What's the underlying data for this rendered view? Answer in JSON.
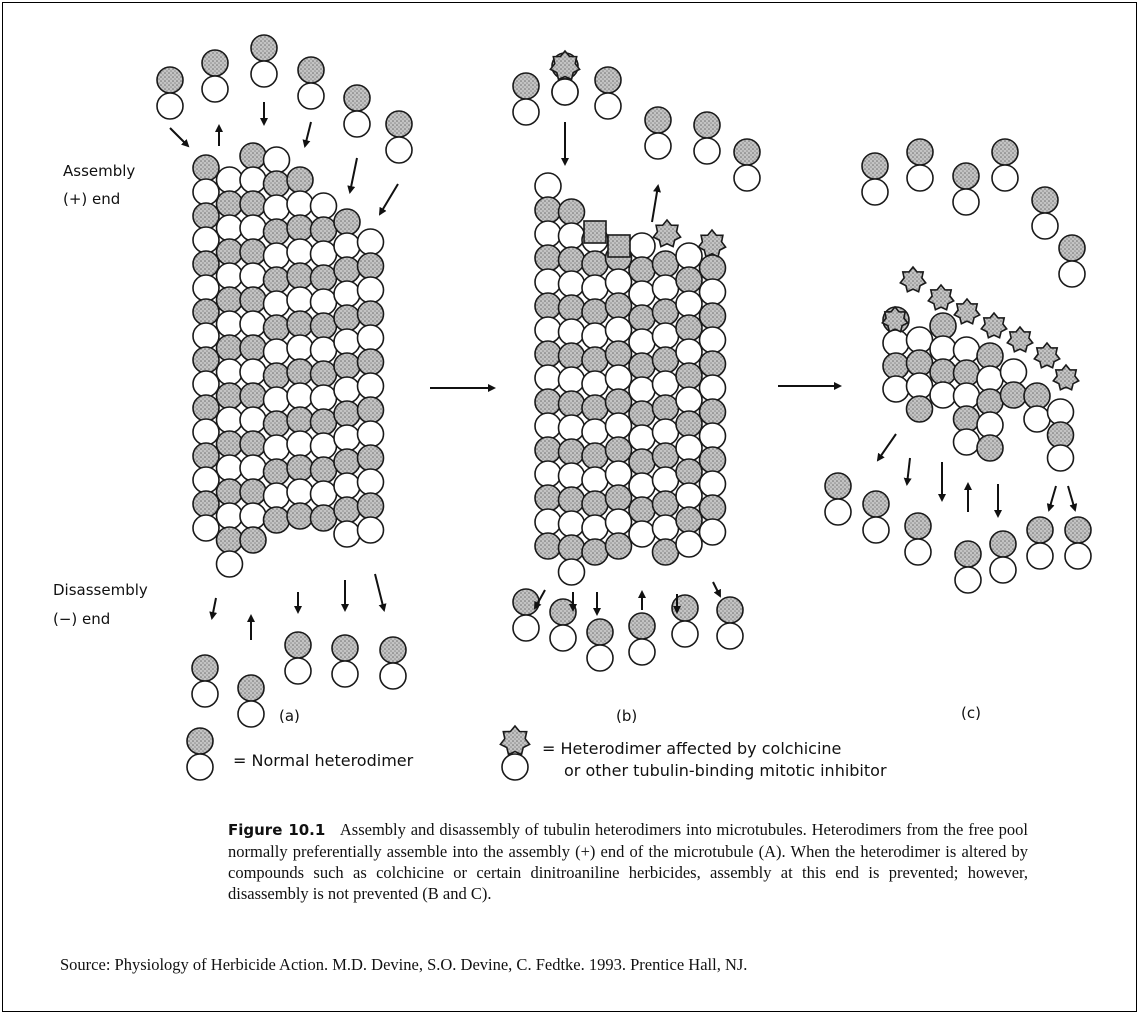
{
  "labels": {
    "assembly_line1": "Assembly",
    "assembly_line2": "(+) end",
    "disassembly_line1": "Disassembly",
    "disassembly_line2": "(−) end",
    "panel_a": "(a)",
    "panel_b": "(b)",
    "panel_c": "(c)"
  },
  "legend": {
    "normal": "= Normal heterodimer",
    "affected_line1": "= Heterodimer affected by colchicine",
    "affected_line2": "or other tubulin-binding mitotic inhibitor"
  },
  "caption": {
    "figure_label": "Figure 10.1",
    "text": "Assembly and disassembly of tubulin heterodimers into microtubules. Heterodimers from the free pool normally preferentially assemble into the assembly (+) end of the microtubule (A). When the heterodimer is altered by compounds such as colchicine or certain dinitroaniline herbicides, assembly at this end is prevented; however, disassembly is not prevented (B and C)."
  },
  "source": "Source:  Physiology of Herbicide Action.  M.D. Devine, S.O. Devine, C. Fedtke. 1993.  Prentice Hall, NJ.",
  "colors": {
    "shaded_subunit": "#bdbdbd",
    "open_subunit": "#ffffff",
    "outline": "#1a1a1a"
  }
}
